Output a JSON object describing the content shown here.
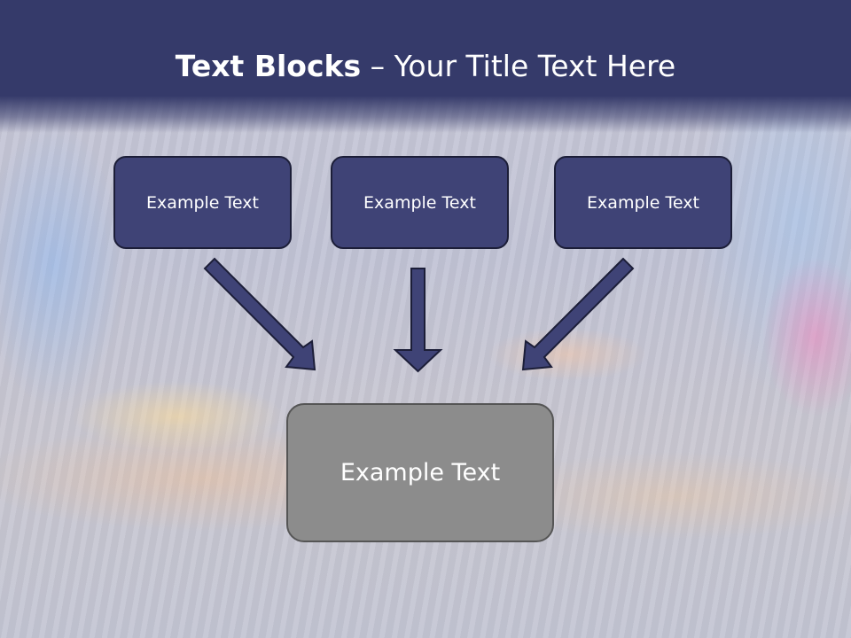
{
  "title": {
    "bold": "Text Blocks",
    "rest": " – Your Title Text Here"
  },
  "blocks": [
    {
      "label": "Example Text"
    },
    {
      "label": "Example Text"
    },
    {
      "label": "Example Text"
    }
  ],
  "result": {
    "label": "Example Text"
  },
  "colors": {
    "header": "#353a6a",
    "block": "#3f4376",
    "arrow": "#3f4376",
    "result": "#8c8c8c"
  }
}
